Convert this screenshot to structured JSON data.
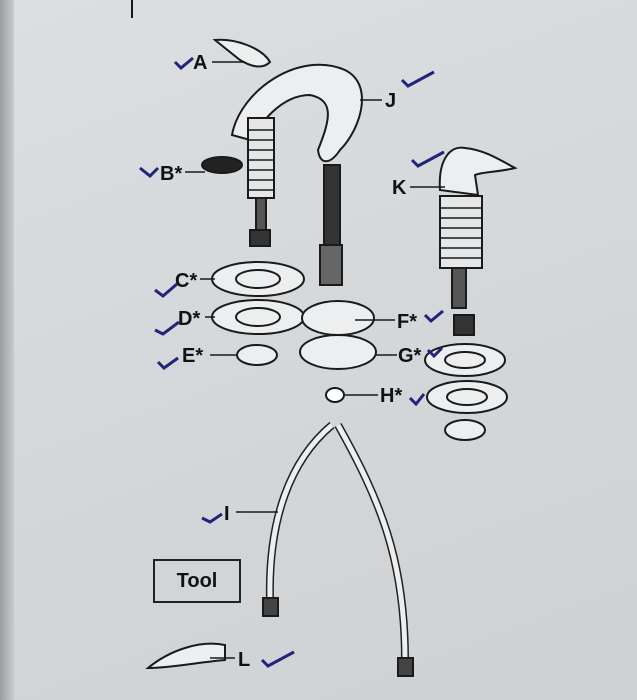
{
  "diagram": {
    "parts": [
      {
        "id": "A",
        "label": "A"
      },
      {
        "id": "B",
        "label": "B*"
      },
      {
        "id": "C",
        "label": "C*"
      },
      {
        "id": "D",
        "label": "D*"
      },
      {
        "id": "E",
        "label": "E*"
      },
      {
        "id": "F",
        "label": "F*"
      },
      {
        "id": "G",
        "label": "G*"
      },
      {
        "id": "H",
        "label": "H*"
      },
      {
        "id": "I",
        "label": "I"
      },
      {
        "id": "J",
        "label": "J"
      },
      {
        "id": "K",
        "label": "K"
      },
      {
        "id": "L",
        "label": "L"
      }
    ],
    "tool_box_label": "Tool",
    "check_color": "#23237a"
  }
}
